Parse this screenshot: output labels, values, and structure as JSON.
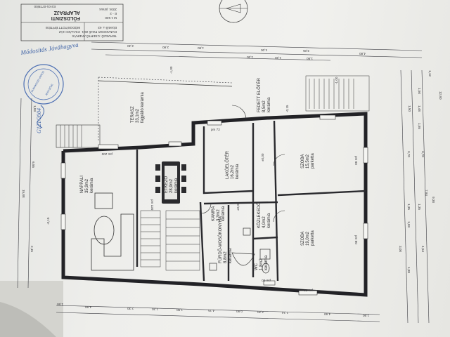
{
  "title_block": {
    "lines": [
      "TERVEZŐ: CSERTŐ ANDRÁS",
      "DUNAKESZI Petofi 26/1",
      "Elzettől u. 63",
      "CSALÁDI HÁZ",
      "MÓDOSÍTOTT ÉPÍTÉSI",
      "FÖLDSZINTI",
      "ALAPRAJZ",
      "M 1:100",
      "E - 2",
      "2004. június",
      "E2-01-0778/00"
    ]
  },
  "rooms": [
    {
      "name": "TERASZ",
      "area": "33,1m2",
      "floor": "fagyálló kerámia"
    },
    {
      "name": "NAPPALI",
      "area": "35,9m2",
      "floor": "kerámia"
    },
    {
      "name": "ÉTKEZŐ",
      "area": "28,9m2",
      "floor": "kerámia"
    },
    {
      "name": "LAKÓELŐTÉR",
      "area": "16,2m2",
      "floor": "kerámia"
    },
    {
      "name": "FEDETT ELŐTÉR",
      "area": "8,5m2",
      "floor": "kerámia"
    },
    {
      "name": "SZOBA",
      "area": "15,5m2",
      "floor": "parketta"
    },
    {
      "name": "SZOBA",
      "area": "19,0m2",
      "floor": "parketta"
    },
    {
      "name": "KAMRA",
      "area": "3,3m2",
      "floor": "kerámia"
    },
    {
      "name": "KÖZLEKEDŐ",
      "area": "4,0m2",
      "floor": "kerámia"
    },
    {
      "name": "FÜRDŐ-MOSÓKONYHA",
      "area": "8,8m2",
      "floor": "kerámia"
    },
    {
      "name": "WC",
      "area": "1,8m2",
      "floor": "kerámia"
    }
  ],
  "levels": [
    "±0,00",
    "±0,00",
    "-0,15",
    "-1,00",
    "-1,00",
    "-0,15"
  ],
  "dimensions": {
    "right_chain": [
      "1,50",
      "1,48",
      "1,55",
      "3,70",
      "3,70",
      "1,35",
      "1,03",
      "1,35",
      "7,84",
      "3,00",
      "1,88",
      "4,54",
      "9,38",
      "12,80",
      "1,12",
      "1,50"
    ],
    "bottom_chain": [
      "1,50",
      "4,90",
      "2,30",
      "1,20",
      "1,90",
      "4,15",
      "0,90",
      "2,20",
      "1,14",
      "4,90",
      "1,50"
    ],
    "top_chain": [
      "2,40",
      "2,80",
      "1,90",
      "4,00",
      "3,05",
      "1,30",
      "1,20",
      "1,80",
      "4,80"
    ],
    "left_chain": [
      "1,83",
      "6,55",
      "2,15",
      "15,88"
    ]
  },
  "window_labels": [
    "pm 72",
    "pm 80",
    "pm 80",
    "pm 120",
    "pm 200",
    "pm 80",
    "pm 60"
  ],
  "stamp_text": [
    "DUNAKESZI VÁROS",
    "JEGYZŐJE"
  ],
  "handwriting": [
    "Módosítás Jóváhagyva",
    "G121/2004"
  ]
}
